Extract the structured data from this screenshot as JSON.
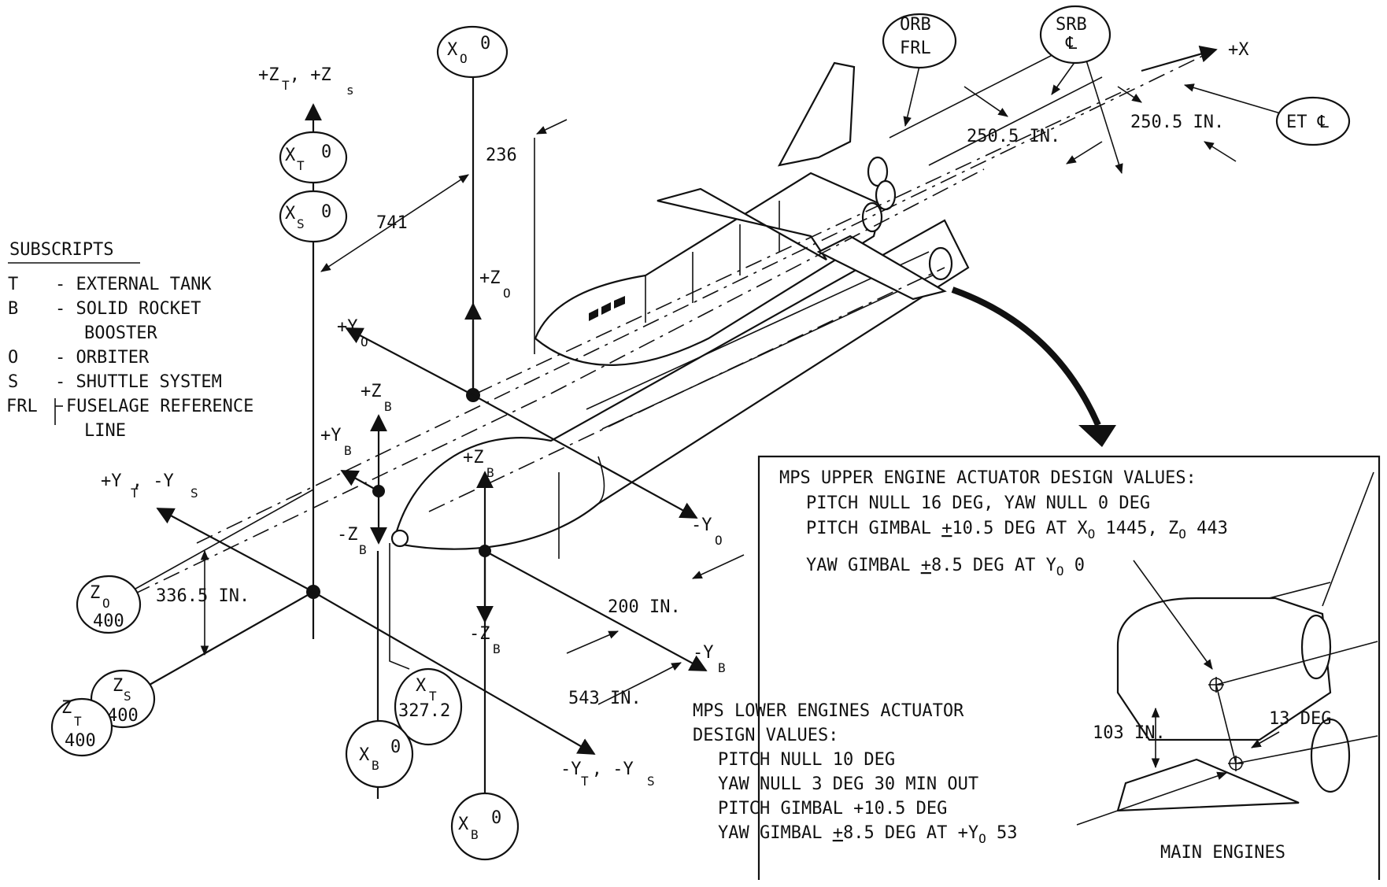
{
  "subscripts": {
    "title": "SUBSCRIPTS",
    "items": [
      {
        "key": "T",
        "text": "- EXTERNAL TANK"
      },
      {
        "key": "B",
        "text": "- SOLID ROCKET"
      },
      {
        "key": "",
        "text": "BOOSTER"
      },
      {
        "key": "O",
        "text": "- ORBITER"
      },
      {
        "key": "S",
        "text": "- SHUTTLE SYSTEM"
      },
      {
        "key": "FRL",
        "text": "FUSELAGE REFERENCE"
      },
      {
        "key": "",
        "text": "LINE"
      }
    ]
  },
  "callouts": {
    "orb_frl": [
      "ORB",
      "FRL"
    ],
    "srb_cl": [
      "SRB",
      "℄"
    ],
    "et_cl": "ET ℄",
    "xo0": {
      "main": "X",
      "sub": "O",
      "val": "0"
    },
    "xt0": {
      "main": "X",
      "sub": "T",
      "val": "0"
    },
    "xs0": {
      "main": "X",
      "sub": "S",
      "val": "0"
    },
    "zo400": {
      "main": "Z",
      "sub": "O",
      "val": "400"
    },
    "zs400": {
      "main": "Z",
      "sub": "S",
      "val": "400"
    },
    "zt400": {
      "main": "Z",
      "sub": "T",
      "val": "400"
    },
    "xt327": {
      "main": "X",
      "sub": "T",
      "val": "327.2"
    },
    "xb0a": {
      "main": "X",
      "sub": "B",
      "val": "0"
    },
    "xb0b": {
      "main": "X",
      "sub": "B",
      "val": "0"
    }
  },
  "axes": {
    "zt_zs": "+Z  , +Z",
    "zt_sub_t": "T",
    "zt_sub_s": "s",
    "plus_zo": "+Z",
    "plus_yo": "+Y",
    "minus_yo": "-Y",
    "o_sub": "O",
    "plus_zb_left": "+Z",
    "plus_zb_right": "+Z",
    "plus_yb": "+Y",
    "minus_zb_left": "-Z",
    "minus_zb_right": "-Z",
    "minus_yb": "-Y",
    "b_sub": "B",
    "yt_ys_plus": "+Y  , -Y",
    "yt_ys_minus": "-Y  , -Y",
    "t_sub": "T",
    "s_sub": "S",
    "plus_x": "+X"
  },
  "dimensions": {
    "d741": "741",
    "d236": "236",
    "d2505a": "250.5 IN.",
    "d2505b": "250.5 IN.",
    "d3365": "336.5 IN.",
    "d200": "200 IN.",
    "d543": "543 IN."
  },
  "upper_box": {
    "l1": "MPS UPPER ENGINE ACTUATOR DESIGN VALUES:",
    "l2": "PITCH NULL 16 DEG, YAW NULL 0 DEG",
    "l3a": "PITCH GIMBAL ",
    "l3b": "+",
    "l3c": "10.5 DEG AT X",
    "l3d": " 1445, Z",
    "l3e": " 443",
    "l4a": "YAW GIMBAL ",
    "l4b": "+",
    "l4c": "8.5 DEG AT Y",
    "l4d": " 0",
    "o": "O"
  },
  "lower_box": {
    "l1": "MPS LOWER ENGINES ACTUATOR",
    "l2": "DESIGN VALUES:",
    "l3": "PITCH NULL 10 DEG",
    "l4": "YAW NULL 3 DEG 30 MIN OUT",
    "l5": "PITCH GIMBAL +10.5 DEG",
    "l6a": "YAW GIMBAL ",
    "l6b": "+",
    "l6c": "8.5 DEG AT +Y",
    "l6d": " 53",
    "o": "O"
  },
  "engine_detail": {
    "d103": "103 IN.",
    "d13deg": "13 DEG",
    "caption": "MAIN ENGINES"
  }
}
